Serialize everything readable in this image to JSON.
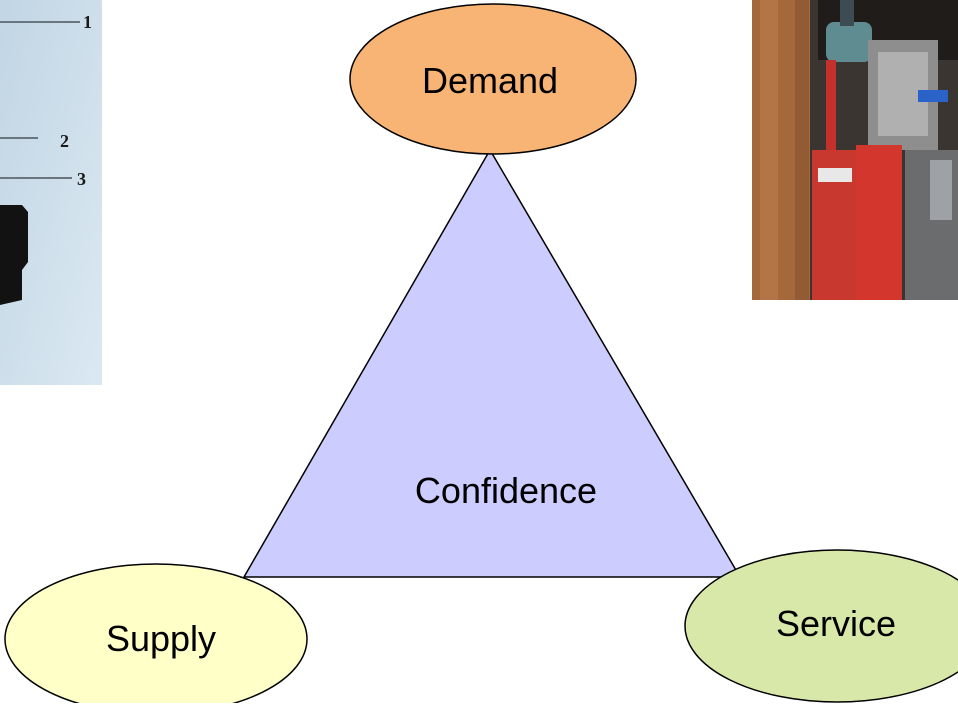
{
  "diagram": {
    "center_label": "Confidence",
    "nodes": {
      "demand": {
        "label": "Demand",
        "fill": "#F8B474"
      },
      "supply": {
        "label": "Supply",
        "fill": "#FFFFC8"
      },
      "service": {
        "label": "Service",
        "fill": "#D8E8A8"
      }
    },
    "triangle_fill": "#CCCCFF",
    "outline_color": "#000000"
  },
  "photos": {
    "left": {
      "kind": "scanned-form-photo",
      "marker_numbers": [
        "1",
        "2",
        "3"
      ]
    },
    "right": {
      "kind": "boiler-room-photo",
      "marker_numbers": []
    }
  }
}
